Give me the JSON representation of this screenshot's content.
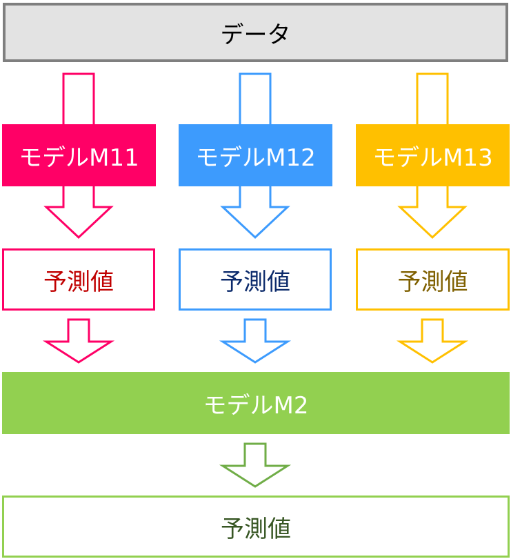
{
  "data_box": {
    "label": "データ",
    "fill": "#e3e3e3",
    "border": "#7f7f7f",
    "text_color": "#000000"
  },
  "models_level1": [
    {
      "label": "モデルM11",
      "color": "#ff0066",
      "output_label": "予測値",
      "output_text_color": "#c00000"
    },
    {
      "label": "モデルM12",
      "color": "#3d9bfd",
      "output_label": "予測値",
      "output_text_color": "#0b2a6b"
    },
    {
      "label": "モデルM13",
      "color": "#ffc000",
      "output_label": "予測値",
      "output_text_color": "#7f6000"
    }
  ],
  "model_level2": {
    "label": "モデルM2",
    "color": "#92d050",
    "arrow_color": "#70ad47"
  },
  "final_output": {
    "label": "予測値",
    "border": "#92d050",
    "text_color": "#375623"
  }
}
